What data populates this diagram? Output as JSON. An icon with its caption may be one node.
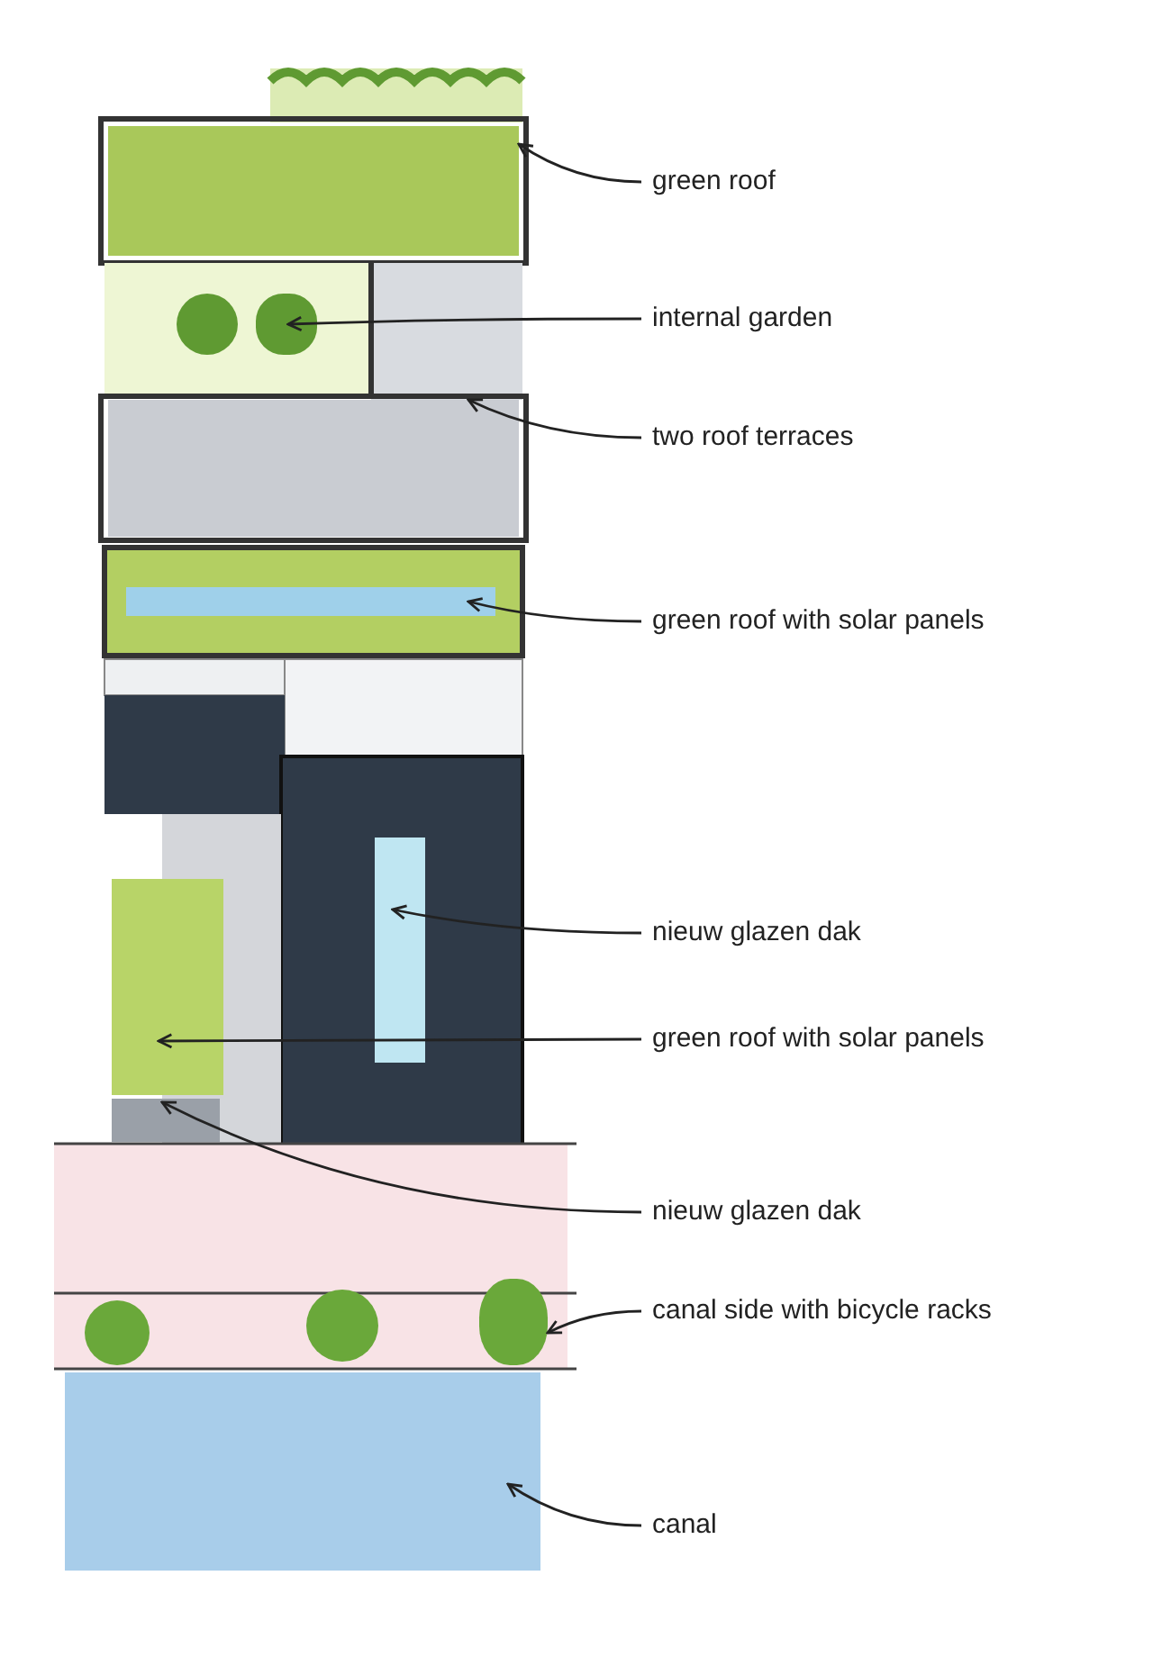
{
  "diagram": {
    "nodes": [
      {
        "text": [
          "green roof"
        ]
      },
      {
        "text": [
          "internal garden"
        ]
      },
      {
        "text": [
          "two roof terraces"
        ]
      },
      {
        "text": [
          "green roof with solar panels"
        ]
      },
      {
        "text": [
          "nieuw glazen dak"
        ]
      },
      {
        "text": [
          "green roof with solar panels"
        ]
      },
      {
        "text": [
          "nieuw glazen dak"
        ]
      },
      {
        "text": [
          "canal side with bicycle racks"
        ]
      },
      {
        "text": [
          "canal"
        ]
      },
      {
        "text": [],
        "shape": "box"
      },
      {
        "text": [],
        "shape": "circle"
      },
      {
        "text": [],
        "shape": "box"
      },
      {
        "text": [],
        "shape": "box"
      },
      {
        "text": [],
        "shape": "box"
      },
      {
        "text": [],
        "shape": "box"
      },
      {
        "text": [],
        "shape": "box"
      },
      {
        "text": [],
        "shape": "circle"
      },
      {
        "text": [],
        "shape": "box"
      }
    ],
    "edges": [
      {
        "from": 0,
        "to": 9,
        "arrow": "to"
      },
      {
        "from": 1,
        "to": 10,
        "arrow": "to"
      },
      {
        "from": 2,
        "to": 11,
        "arrow": "to"
      },
      {
        "from": 3,
        "to": 12,
        "arrow": "to"
      },
      {
        "from": 4,
        "to": 13,
        "arrow": "to"
      },
      {
        "from": 5,
        "to": 14,
        "arrow": "to"
      },
      {
        "from": 6,
        "to": 15,
        "arrow": "to"
      },
      {
        "from": 7,
        "to": 16,
        "arrow": "to"
      },
      {
        "from": 8,
        "to": 17,
        "arrow": "to"
      }
    ]
  }
}
